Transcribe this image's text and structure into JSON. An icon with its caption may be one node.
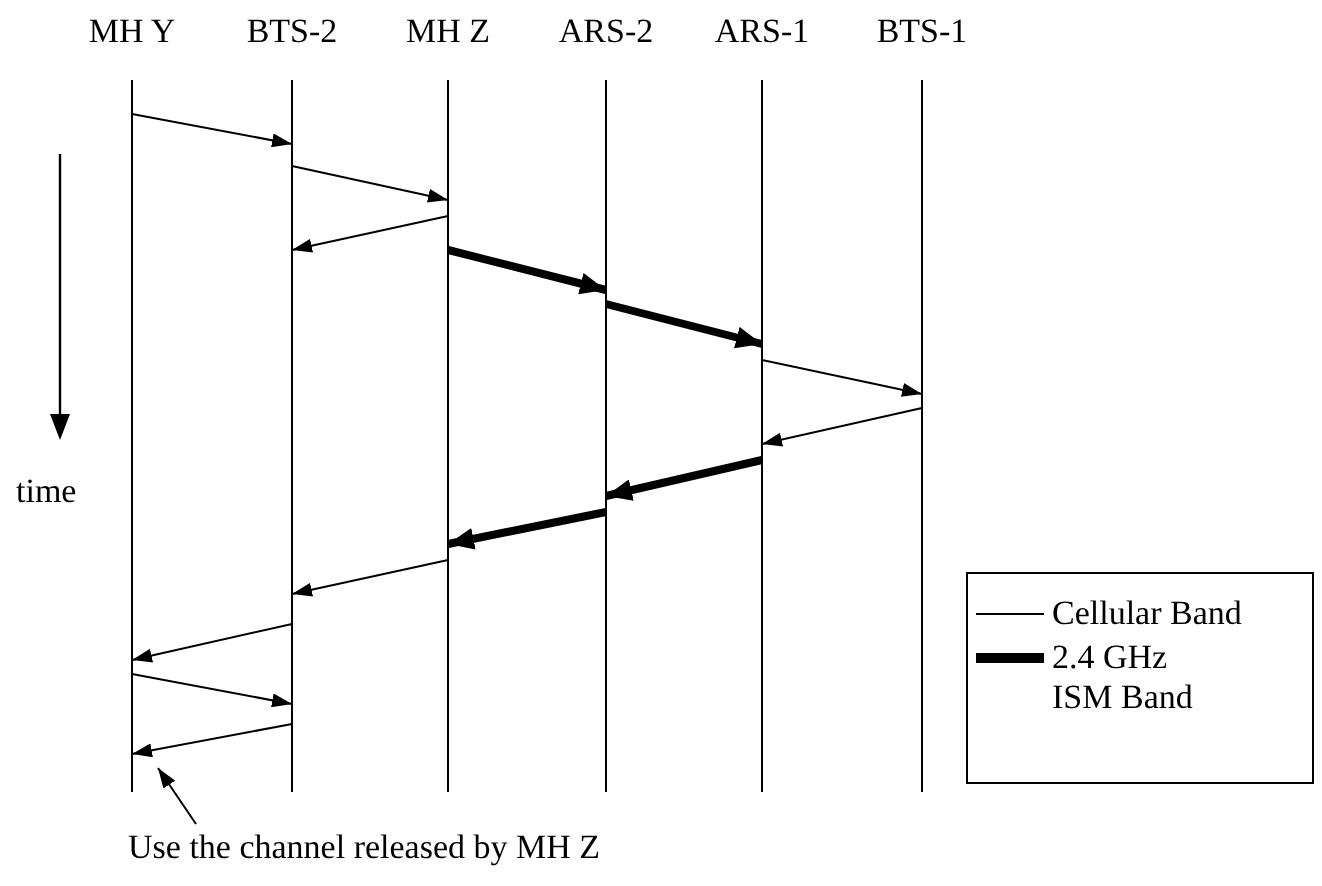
{
  "diagram": {
    "nodes": [
      {
        "text": [
          "MH Y"
        ]
      },
      {
        "text": [
          "BTS-2"
        ]
      },
      {
        "text": [
          "MH Z"
        ]
      },
      {
        "text": [
          "ARS-2"
        ]
      },
      {
        "text": [
          "ARS-1"
        ]
      },
      {
        "text": [
          "BTS-1"
        ]
      },
      {
        "text": [
          "Use the channel released by MH Z"
        ]
      }
    ],
    "edges": [
      {
        "from": 0,
        "to": 1,
        "arrow": "to"
      },
      {
        "from": 1,
        "to": 2,
        "arrow": "to"
      },
      {
        "from": 2,
        "to": 1,
        "arrow": "to"
      },
      {
        "from": 2,
        "to": 3,
        "arrow": "to",
        "style": "thick"
      },
      {
        "from": 3,
        "to": 4,
        "arrow": "to",
        "style": "thick"
      },
      {
        "from": 4,
        "to": 5,
        "arrow": "to"
      },
      {
        "from": 5,
        "to": 4,
        "arrow": "to"
      },
      {
        "from": 4,
        "to": 3,
        "arrow": "to",
        "style": "thick"
      },
      {
        "from": 3,
        "to": 2,
        "arrow": "to",
        "style": "thick"
      },
      {
        "from": 2,
        "to": 1,
        "arrow": "to"
      },
      {
        "from": 1,
        "to": 0,
        "arrow": "to"
      },
      {
        "from": 0,
        "to": 1,
        "arrow": "to"
      },
      {
        "from": 1,
        "to": 0,
        "arrow": "to"
      },
      {
        "from": 6,
        "to": 0,
        "arrow": "to"
      }
    ],
    "labels": [
      "time"
    ],
    "legend": [
      {
        "text": "Cellular Band"
      },
      {
        "text": "2.4 GHz ISM Band"
      }
    ]
  }
}
